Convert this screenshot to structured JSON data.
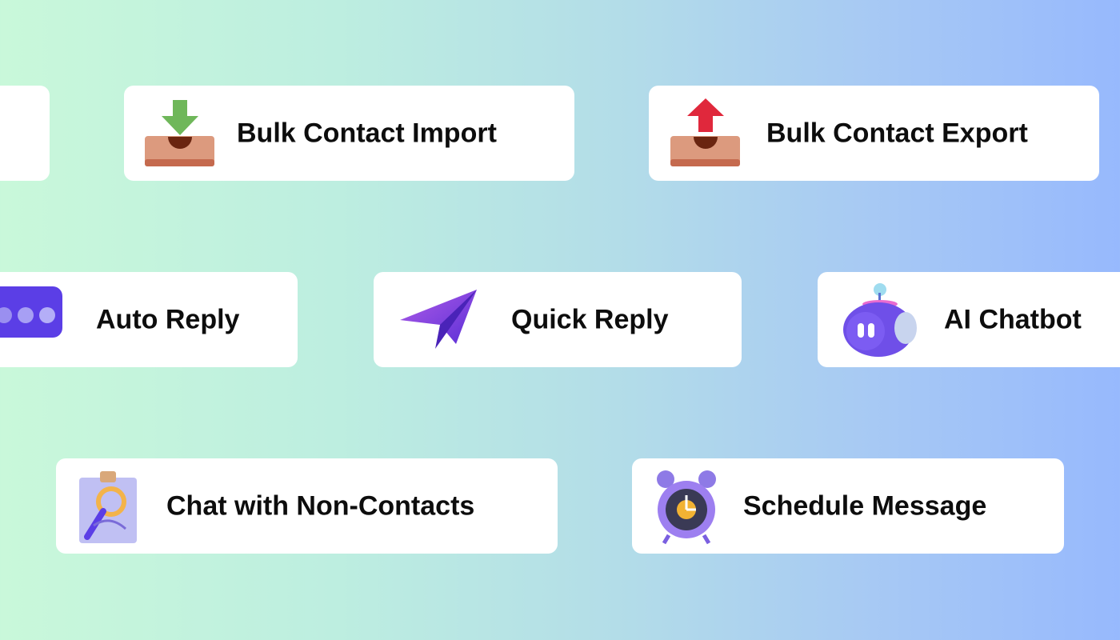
{
  "features": [
    {
      "label": "Bulk Contact Import",
      "icon": "download-tray-icon"
    },
    {
      "label": "Bulk Contact Export",
      "icon": "upload-tray-icon"
    },
    {
      "label": "Auto Reply",
      "icon": "chat-bubble-dots-icon"
    },
    {
      "label": "Quick Reply",
      "icon": "paper-plane-icon"
    },
    {
      "label": "AI Chatbot",
      "icon": "robot-icon"
    },
    {
      "label": "Chat with Non-Contacts",
      "icon": "clipboard-search-icon"
    },
    {
      "label": "Schedule Message",
      "icon": "alarm-clock-icon"
    }
  ],
  "colors": {
    "bg_left": "#c9f8da",
    "bg_right": "#97b9fd",
    "card": "#ffffff",
    "text": "#0d0d0d"
  }
}
